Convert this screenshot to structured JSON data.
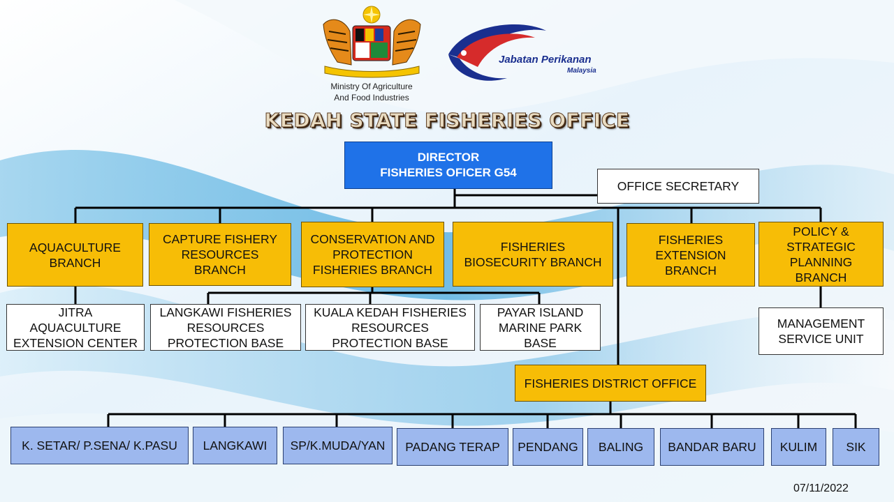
{
  "header": {
    "ministry_name": "Ministry Of Agriculture\nAnd Food Industries",
    "department_logo_text": "Jabatan Perikanan",
    "department_logo_country": "Malaysia",
    "title": "KEDAH STATE FISHERIES OFFICE"
  },
  "director": {
    "line1": "DIRECTOR",
    "line2": "FISHERIES OFICER G54"
  },
  "secretary": "OFFICE SECRETARY",
  "branches": [
    "AQUACULTURE\nBRANCH",
    "CAPTURE FISHERY\nRESOURCES\nBRANCH",
    "CONSERVATION AND\nPROTECTION\nFISHERIES BRANCH",
    "FISHERIES\nBIOSECURITY BRANCH",
    "FISHERIES\nEXTENSION\nBRANCH",
    "POLICY &\nSTRATEGIC\nPLANNING\nBRANCH"
  ],
  "units": [
    "JITRA\nAQUACULTURE\nEXTENSION CENTER",
    "LANGKAWI FISHERIES\nRESOURCES\nPROTECTION BASE",
    "KUALA KEDAH FISHERIES\nRESOURCES\nPROTECTION BASE",
    "PAYAR ISLAND\nMARINE PARK\nBASE",
    "MANAGEMENT\nSERVICE UNIT"
  ],
  "district_office": "FISHERIES DISTRICT OFFICE",
  "districts": [
    "K. SETAR/ P.SENA/ K.PASU",
    "LANGKAWI",
    "SP/K.MUDA/YAN",
    "PADANG TERAP",
    "PENDANG",
    "BALING",
    "BANDAR BARU",
    "KULIM",
    "SIK"
  ],
  "date": "07/11/2022",
  "colors": {
    "director_fill": "#1f72e8",
    "branch_fill": "#f7bd06",
    "unit_fill": "#ffffff",
    "district_fill": "#9db8ee",
    "connector": "#000000"
  }
}
